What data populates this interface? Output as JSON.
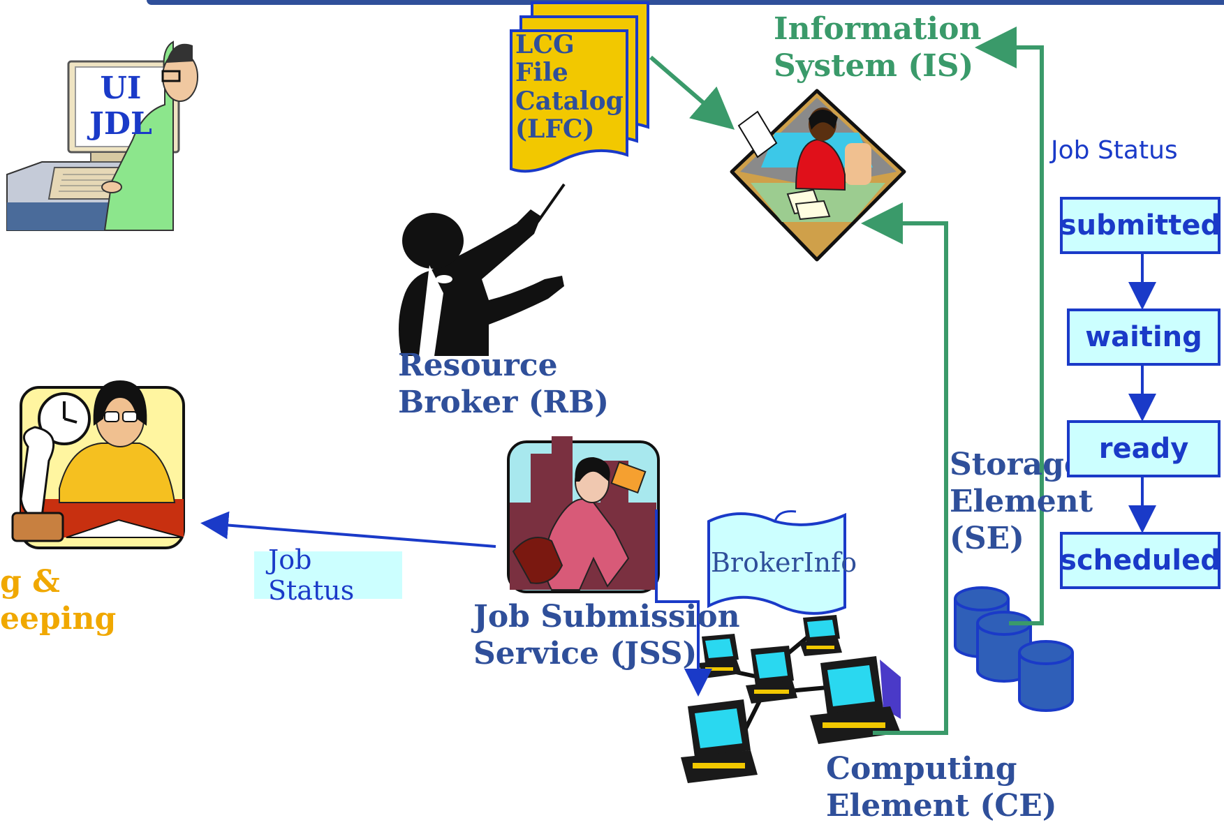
{
  "labels": {
    "information_system": [
      "Information",
      "System (IS)"
    ],
    "lfc": [
      "LCG",
      "File",
      "Catalog",
      "(LFC)"
    ],
    "ui": [
      "UI",
      "JDL"
    ],
    "resource_broker": [
      "Resource",
      "Broker (RB)"
    ],
    "logging": [
      "g &",
      "eeping"
    ],
    "jss": [
      "Job Submission",
      "Service (JSS)"
    ],
    "storage": [
      "Storage",
      "Element",
      "(SE)"
    ],
    "computing": [
      "Computing",
      "Element (CE)"
    ],
    "broker_info": "BrokerInfo"
  },
  "job_status_right": "Job Status",
  "job_status_left": "Job Status",
  "states": [
    "submitted",
    "waiting",
    "ready",
    "scheduled"
  ],
  "colors": {
    "blue_arrow": "#1a3ac8",
    "green_arrow": "#3a9a6a",
    "label_blue": "#2f4f9a",
    "orange": "#f0a800",
    "status_fill": "#ccffff"
  }
}
